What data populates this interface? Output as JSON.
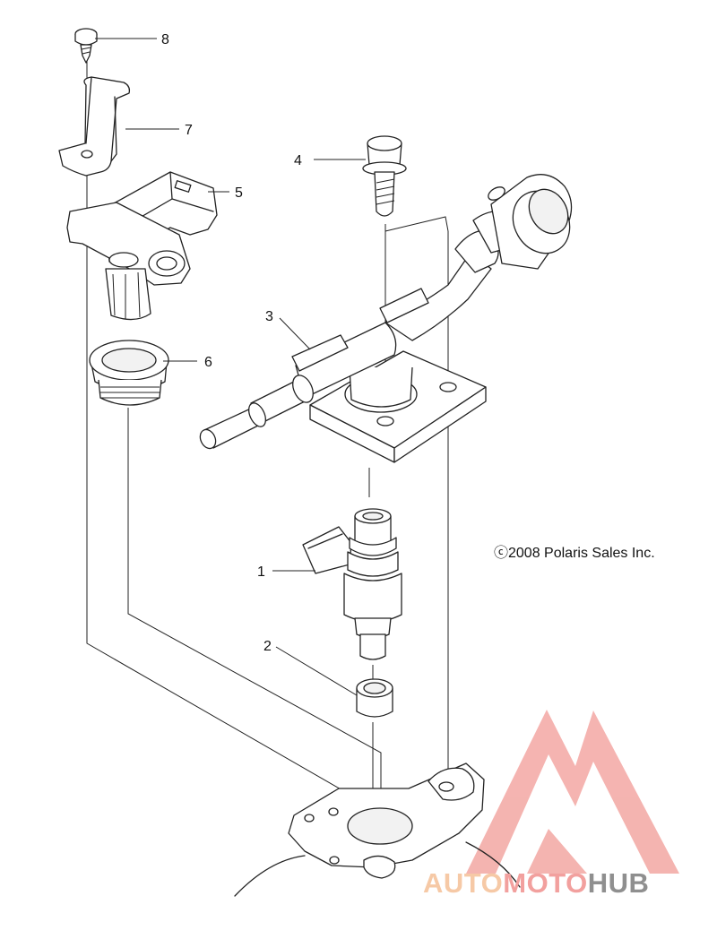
{
  "callouts": [
    {
      "id": "1",
      "part": "fuel-injector"
    },
    {
      "id": "2",
      "part": "injector-seal"
    },
    {
      "id": "3",
      "part": "fuel-rail"
    },
    {
      "id": "4",
      "part": "bolt"
    },
    {
      "id": "5",
      "part": "map-sensor"
    },
    {
      "id": "6",
      "part": "plug"
    },
    {
      "id": "7",
      "part": "bracket"
    },
    {
      "id": "8",
      "part": "screw"
    }
  ],
  "copyright": "ⓒ2008 Polaris Sales Inc.",
  "watermark": {
    "part1": "AUTO",
    "part2": "MOTO",
    "part3": "HUB",
    "colors": {
      "auto": "#f6c9a6",
      "moto": "#f2a09e",
      "hub": "#8f8f8f",
      "logo": "#f3a7a3"
    }
  }
}
